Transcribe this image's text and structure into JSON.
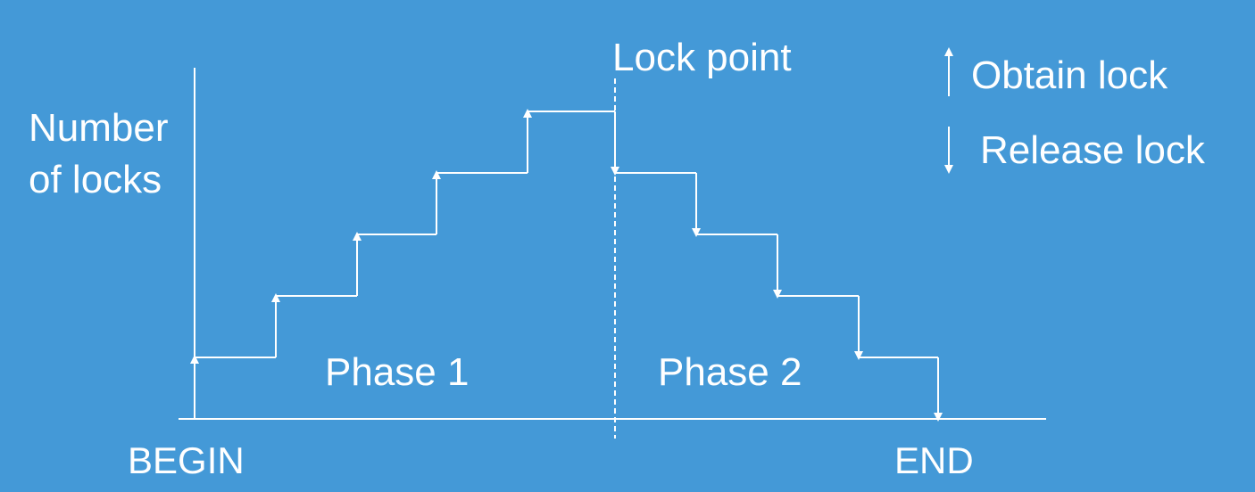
{
  "axis": {
    "y_label_line1": "Number",
    "y_label_line2": "of locks",
    "begin_label": "BEGIN",
    "end_label": "END"
  },
  "lock_point_label": "Lock point",
  "legend": {
    "obtain_label": "Obtain lock",
    "release_label": "Release lock"
  },
  "phases": {
    "phase1_label": "Phase 1",
    "phase2_label": "Phase 2"
  },
  "steps": {
    "lock_steps_up": 5,
    "lock_steps_down": 5
  },
  "colors": {
    "background": "#4499d7",
    "line": "#ffffff"
  }
}
